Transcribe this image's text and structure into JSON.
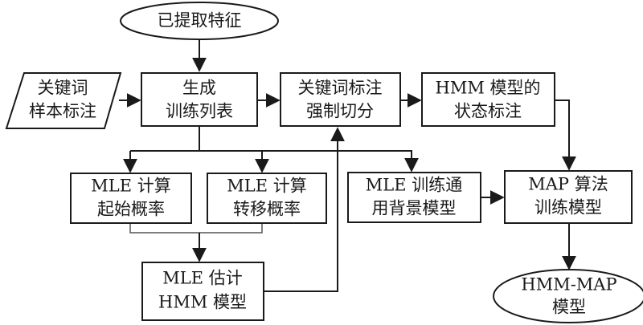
{
  "nodes": {
    "extracted_features": {
      "lines": [
        "已提取特征"
      ]
    },
    "keyword_sample_annotation": {
      "lines": [
        "关键词",
        "样本标注"
      ]
    },
    "generate_training_list": {
      "lines": [
        "生成",
        "训练列表"
      ]
    },
    "keyword_forced_alignment": {
      "lines": [
        "关键词标注",
        "强制切分"
      ]
    },
    "hmm_state_annotation": {
      "lines": [
        "HMM 模型的",
        "状态标注"
      ]
    },
    "mle_initial_prob": {
      "lines": [
        "MLE 计算",
        "起始概率"
      ]
    },
    "mle_transition_prob": {
      "lines": [
        "MLE 计算",
        "转移概率"
      ]
    },
    "mle_background_model": {
      "lines": [
        "MLE 训练通",
        "用背景模型"
      ]
    },
    "map_training": {
      "lines": [
        "MAP 算法",
        "训练模型"
      ]
    },
    "mle_estimate_hmm": {
      "lines": [
        "MLE 估计",
        "HMM 模型"
      ]
    },
    "hmm_map_model": {
      "lines": [
        "HMM-MAP",
        "模型"
      ]
    }
  }
}
